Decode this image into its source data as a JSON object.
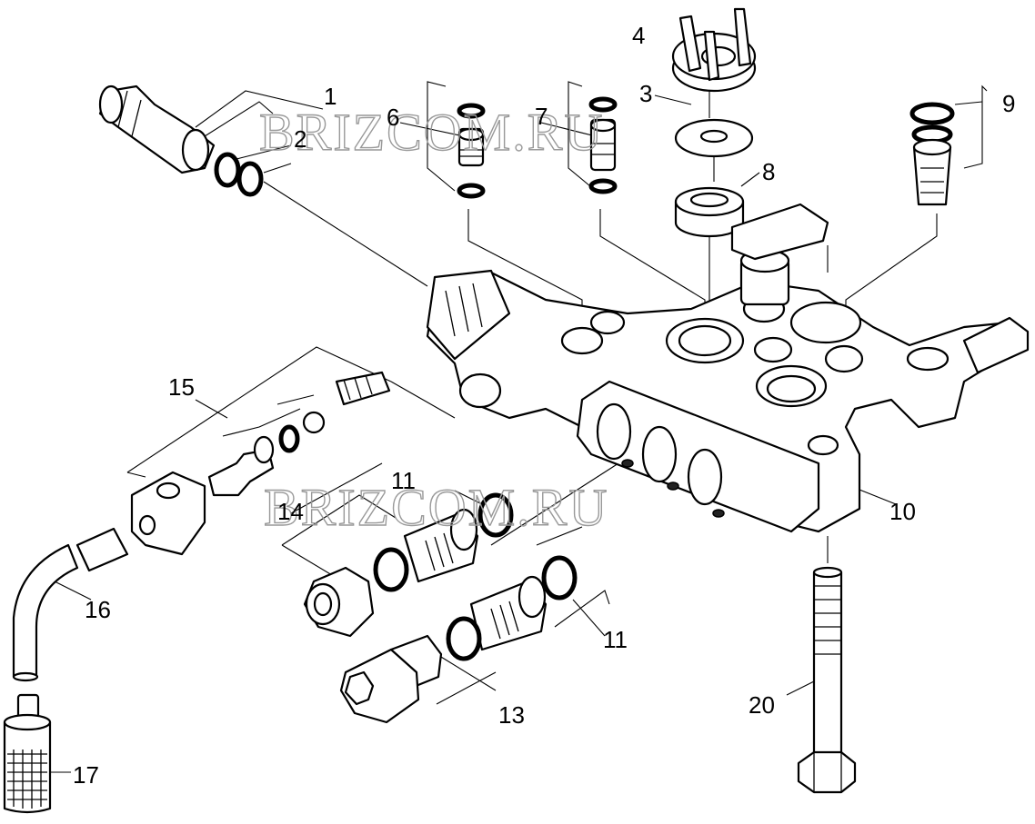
{
  "watermark": "BRIZCOM.RU",
  "labels": {
    "p1": "1",
    "p2": "2",
    "p3": "3",
    "p4": "4",
    "p6": "6",
    "p7": "7",
    "p8": "8",
    "p9": "9",
    "p10": "10",
    "p11a": "11",
    "p11b": "11",
    "p13": "13",
    "p14": "14",
    "p15": "15",
    "p16": "16",
    "p17": "17",
    "p20": "20"
  }
}
